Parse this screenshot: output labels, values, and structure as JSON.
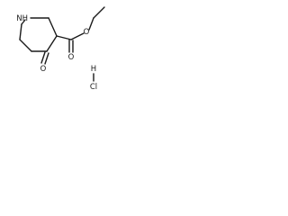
{
  "molecule": {
    "atoms": {
      "amine_nh": "NH",
      "ketone_o": "O",
      "carbonyl_o": "O",
      "ester_o": "O",
      "hcl_h": "H",
      "hcl_cl": "Cl"
    }
  }
}
